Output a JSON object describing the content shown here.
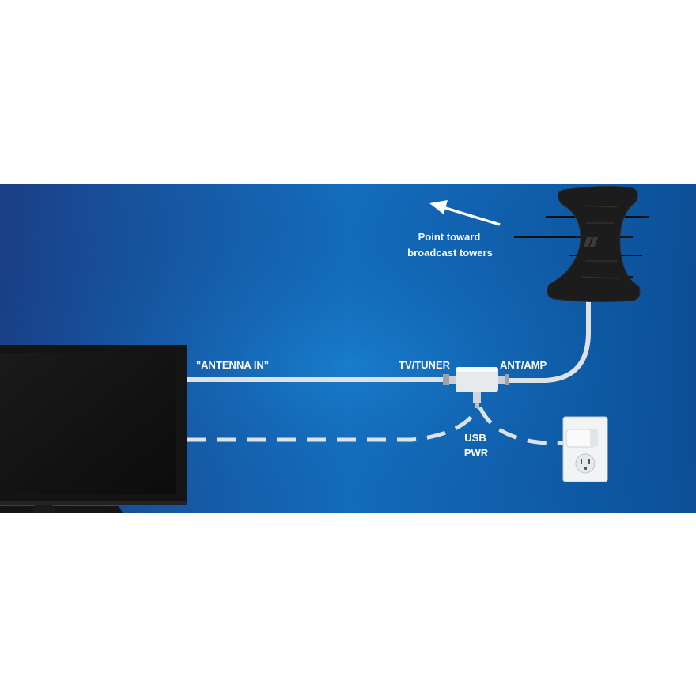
{
  "labels": {
    "antenna_in": "\"ANTENNA IN\"",
    "tv_tuner": "TV/TUNER",
    "ant_amp": "ANT/AMP",
    "usb": "USB",
    "pwr": "PWR",
    "point_line1": "Point toward",
    "point_line2": "broadcast towers"
  },
  "colors": {
    "background_top": "#1b4f9a",
    "background_mid": "#0f6fbd",
    "cable": "#dde2e6",
    "tv_body": "#141414",
    "antenna_body": "#1c1c1c",
    "text": "#ffffff"
  },
  "icons": {
    "tv": "tv-icon",
    "antenna": "antenna-icon",
    "amplifier": "amplifier-box-icon",
    "outlet": "wall-outlet-icon",
    "arrow": "arrow-up-left-icon"
  }
}
